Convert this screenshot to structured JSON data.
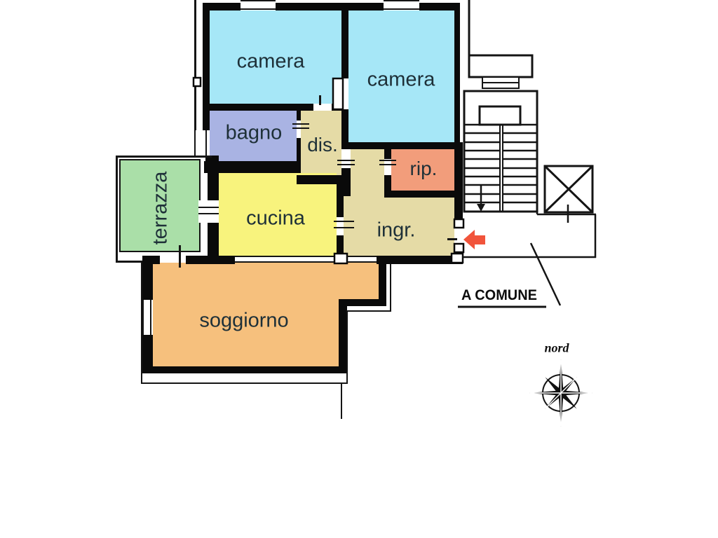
{
  "plan": {
    "rooms": [
      {
        "id": "camera-1",
        "label": "camera",
        "color": "#a6e7f7"
      },
      {
        "id": "camera-2",
        "label": "camera",
        "color": "#a6e7f7"
      },
      {
        "id": "bagno",
        "label": "bagno",
        "color": "#a9b3e3"
      },
      {
        "id": "disimpegno",
        "label": "dis.",
        "color": "#e5dba6"
      },
      {
        "id": "ripostiglio",
        "label": "rip.",
        "color": "#f29d7b"
      },
      {
        "id": "terrazza",
        "label": "terrazza",
        "color": "#aadfa8"
      },
      {
        "id": "cucina",
        "label": "cucina",
        "color": "#f8f37d"
      },
      {
        "id": "ingresso",
        "label": "ingr.",
        "color": "#e5dba6"
      },
      {
        "id": "soggiorno",
        "label": "soggiorno",
        "color": "#f6c07d"
      }
    ],
    "annotations": {
      "common_area": "A COMUNE",
      "north": "nord"
    },
    "colors": {
      "wall": "#0a0a0a",
      "line": "#141414",
      "entry_arrow": "#f1543b",
      "label_text": "#1e3038",
      "background": "#ffffff"
    }
  }
}
